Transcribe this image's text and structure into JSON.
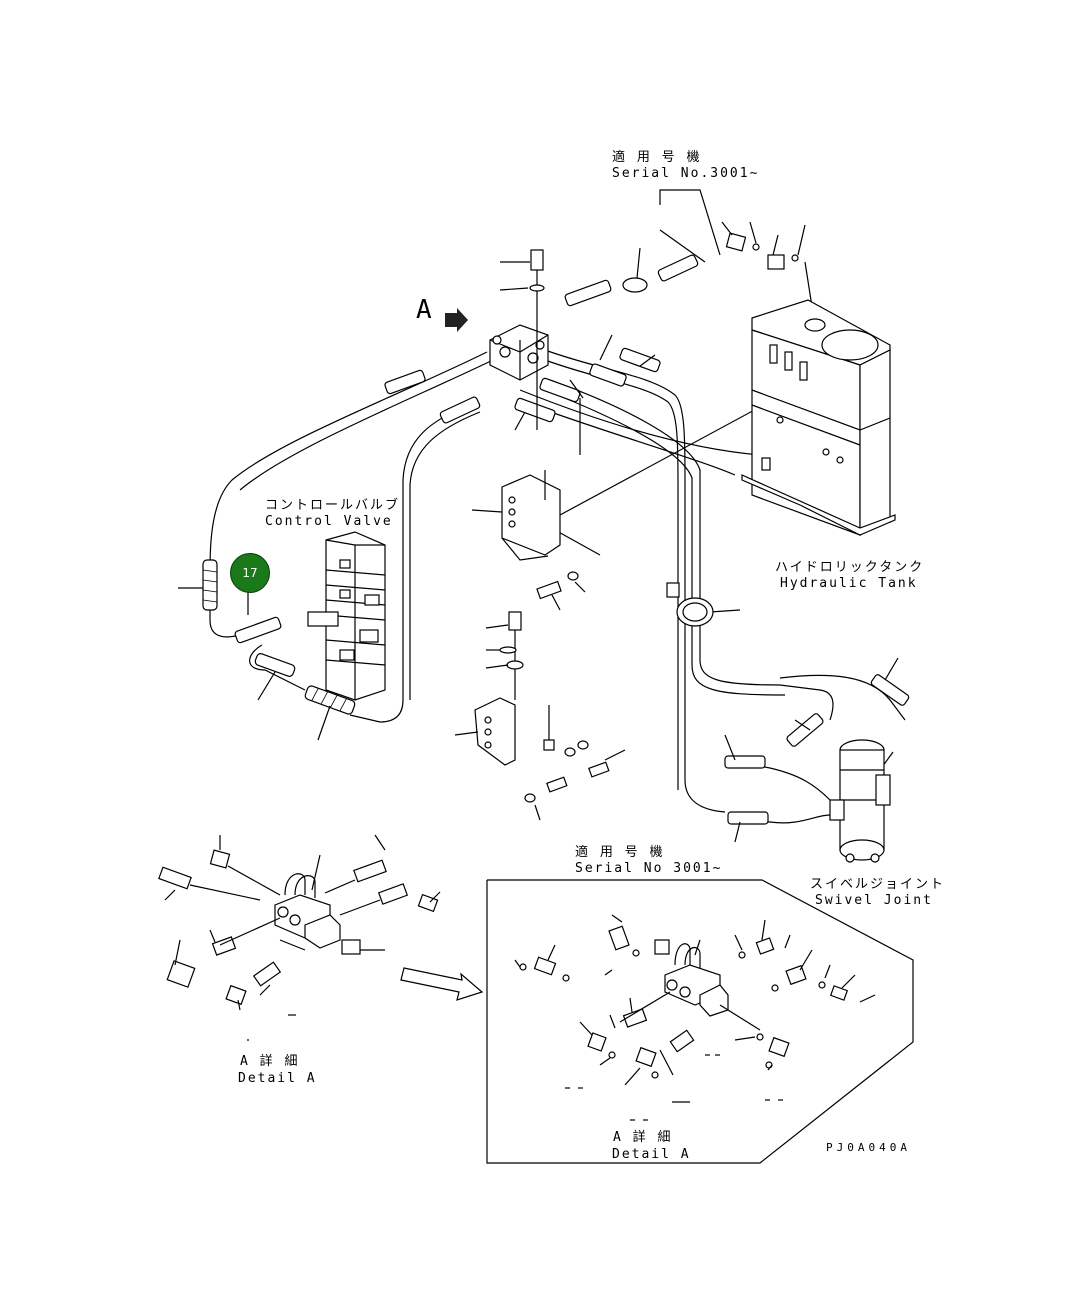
{
  "labels": {
    "serial_top_jp": "適 用 号 機",
    "serial_top_en": "Serial No.3001~",
    "arrow_a": "A",
    "control_valve_jp": "コントロールバルブ",
    "control_valve_en": "Control Valve",
    "hydraulic_tank_jp": "ハイドロリックタンク",
    "hydraulic_tank_en": "Hydraulic Tank",
    "swivel_joint_jp": "スイベルジョイント",
    "swivel_joint_en": "Swivel Joint",
    "serial_bottom_jp": "適 用 号 機",
    "serial_bottom_en": "Serial No 3001~",
    "detail_left_jp": "A 詳 細",
    "detail_left_en": "Detail A",
    "detail_right_jp": "A 詳 細",
    "detail_right_en": "Detail A",
    "drawing_code": "PJ0A040A"
  },
  "callouts": [
    {
      "number": "17"
    }
  ]
}
